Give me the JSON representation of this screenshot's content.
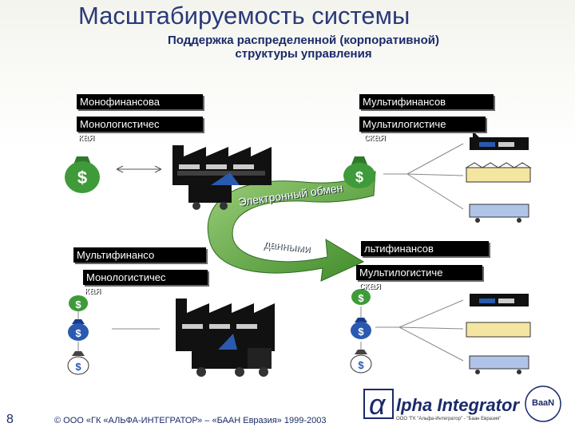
{
  "header": {
    "title": "Масштабируемость системы",
    "subtitle_line1": "Поддержка распределенной (корпоративной)",
    "subtitle_line2": "структуры управления"
  },
  "top_left": {
    "finance_label": "Монофинансова",
    "logistics_label": "Монологистичес",
    "logistics_cont": "кая"
  },
  "top_right": {
    "finance_label": "Мультифинансов",
    "logistics_label": "Мультилогистиче",
    "logistics_cont": "ская"
  },
  "exchange": {
    "line1": "Электронный обмен",
    "line2": "данными"
  },
  "bottom_left": {
    "finance_label": "Мультифинансо",
    "logistics_label": "Монологистичес",
    "logistics_cont": "кая"
  },
  "bottom_right": {
    "finance_label": "льтифинансов",
    "logistics_label": "Мультилогистиче",
    "logistics_cont": "ская"
  },
  "footer": {
    "page_number": "8",
    "copyright": "© ООО «ГК «АЛЬФА-ИНТЕГРАТОР» – «БААН Евразия» 1999-2003",
    "logo_text": "lpha Integrator",
    "logo_symbol": "α",
    "logo_sub": "ООО \"ГК \"Альфа-Интегратор\" - \"Баан Евразия\"",
    "baan_logo": "BaaN"
  },
  "colors": {
    "title": "#2a3a7a",
    "bag_green": "#3f9a3a",
    "bag_blue": "#2a5ab0",
    "arrow_green": "#6aa84f"
  }
}
